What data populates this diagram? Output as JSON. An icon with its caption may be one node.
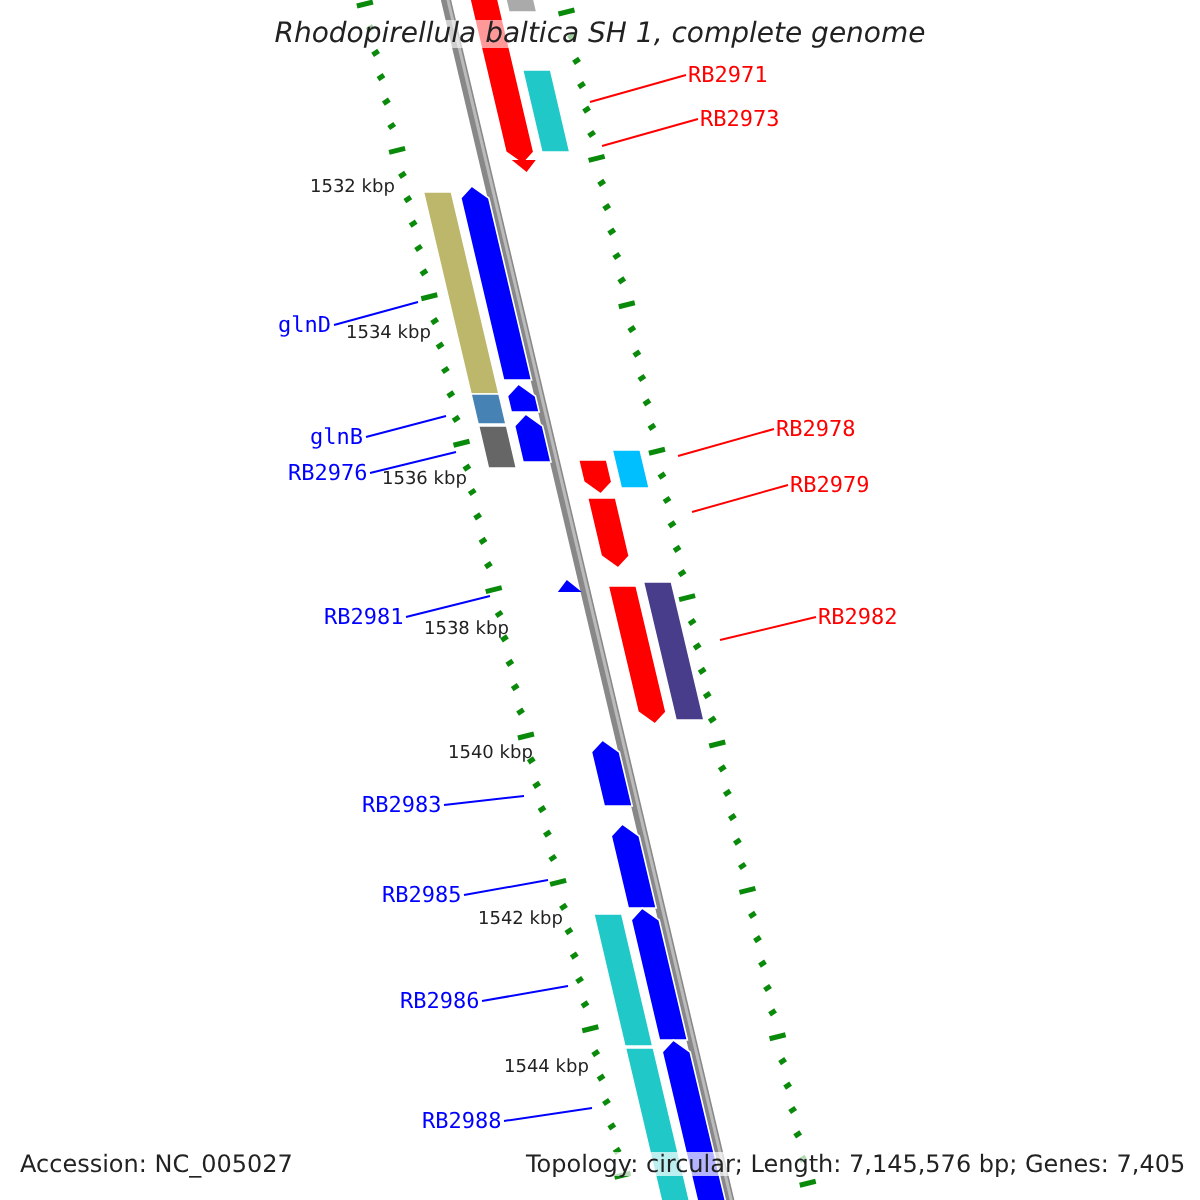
{
  "diagram": {
    "title": "Rhodopirellula baltica SH 1, complete genome",
    "nodes": [
      {
        "text": [
          "RB2971"
        ]
      },
      {
        "text": [
          "RB2973"
        ]
      },
      {
        "text": [
          "glnD"
        ]
      },
      {
        "text": [
          "RB2978"
        ]
      },
      {
        "text": [
          "RB2979"
        ]
      },
      {
        "text": [
          "glnB"
        ]
      },
      {
        "text": [
          "RB2976"
        ]
      },
      {
        "text": [
          "RB2982"
        ]
      },
      {
        "text": [
          "RB2981"
        ]
      },
      {
        "text": [
          "RB2983"
        ]
      },
      {
        "text": [
          "RB2985"
        ]
      },
      {
        "text": [
          "RB2986"
        ]
      },
      {
        "text": [
          "RB2988"
        ]
      }
    ],
    "edges": [
      {
        "from": 0,
        "to": null,
        "arrow": "none",
        "color": "#ff0000"
      },
      {
        "from": 1,
        "to": null,
        "arrow": "none",
        "color": "#ff0000"
      },
      {
        "from": 2,
        "to": null,
        "arrow": "none"
      },
      {
        "from": 3,
        "to": null,
        "arrow": "none",
        "color": "#ff0000"
      },
      {
        "from": 4,
        "to": null,
        "arrow": "none",
        "color": "#ff0000"
      },
      {
        "from": 5,
        "to": null,
        "arrow": "none"
      },
      {
        "from": 6,
        "to": null,
        "arrow": "none"
      },
      {
        "from": 7,
        "to": null,
        "arrow": "none",
        "color": "#ff0000"
      },
      {
        "from": 8,
        "to": null,
        "arrow": "none"
      },
      {
        "from": 9,
        "to": null,
        "arrow": "none"
      },
      {
        "from": 10,
        "to": null,
        "arrow": "none"
      },
      {
        "from": 11,
        "to": null,
        "arrow": "none"
      },
      {
        "from": 12,
        "to": null,
        "arrow": "none"
      }
    ],
    "labels": [
      "1532 kbp",
      "1534 kbp",
      "1536 kbp",
      "1538 kbp",
      "1540 kbp",
      "1542 kbp",
      "1544 kbp",
      "Accession: NC_005027",
      "Topology: circular; Length: 7,145,576 bp; Genes: 7,405"
    ]
  }
}
